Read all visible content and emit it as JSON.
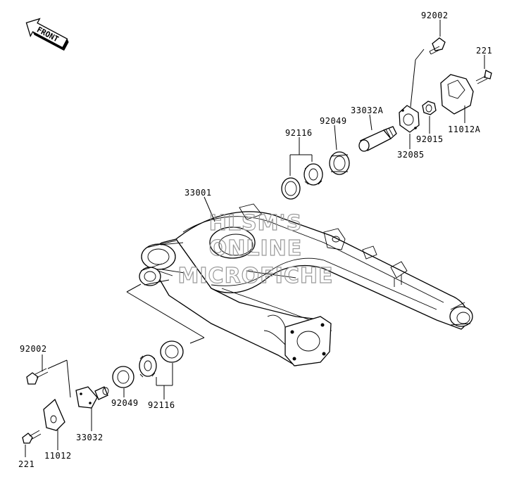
{
  "direction_arrow": {
    "label": "FRONT"
  },
  "watermark": {
    "lines": [
      "HLSM'S",
      "ONLINE",
      "MICROFICHE"
    ]
  },
  "callouts": {
    "p92002_top": "92002",
    "p221_top": "221",
    "p33032A": "33032A",
    "p92049_top": "92049",
    "p92116_top": "92116",
    "p32085": "32085",
    "p92015": "92015",
    "p11012A": "11012A",
    "p33001": "33001",
    "p92002_bottom": "92002",
    "p92049_bottom": "92049",
    "p92116_bottom": "92116",
    "p33032": "33032",
    "p11012": "11012",
    "p221_bottom": "221"
  }
}
